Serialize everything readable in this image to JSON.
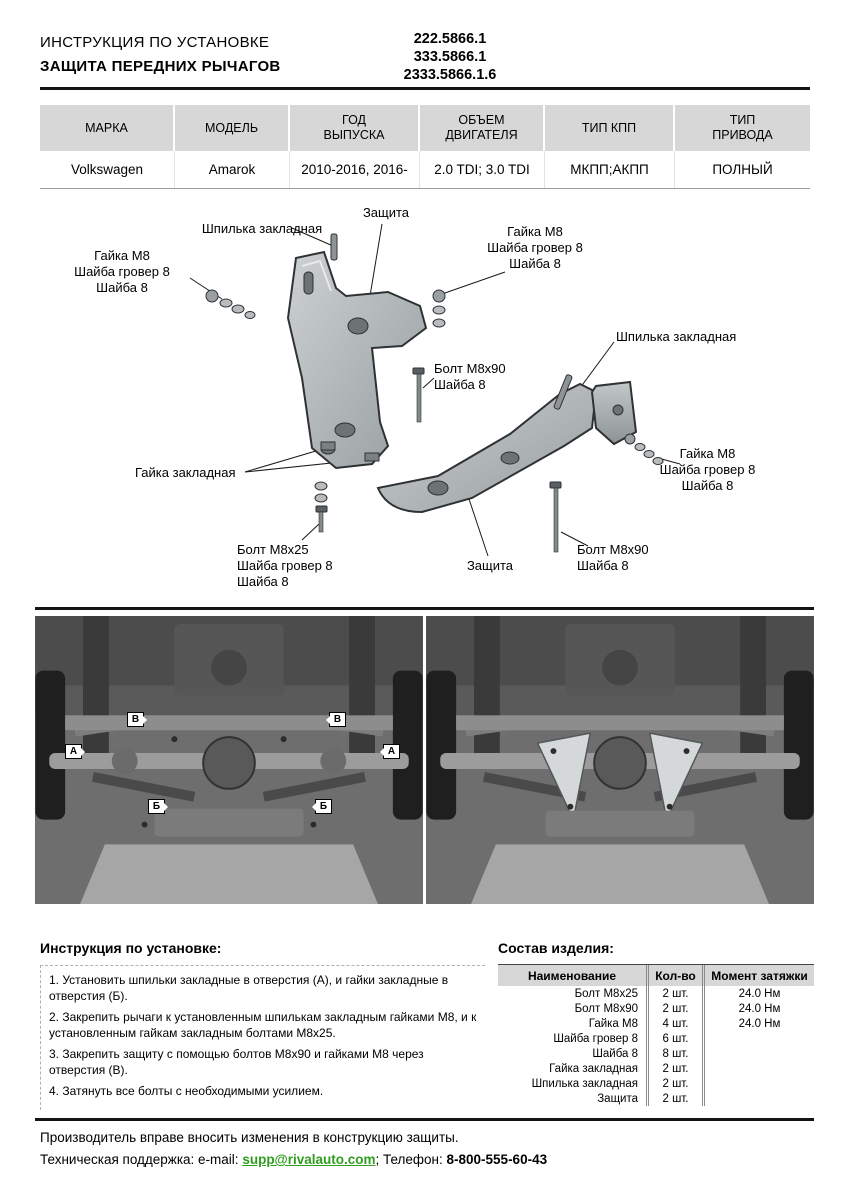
{
  "header": {
    "title1": "ИНСТРУКЦИЯ ПО УСТАНОВКЕ",
    "title2": "ЗАЩИТА ПЕРЕДНИХ РЫЧАГОВ",
    "part_numbers": [
      "222.5866.1",
      "333.5866.1",
      "2333.5866.1.6"
    ]
  },
  "spec_table": {
    "headers": [
      "МАРКА",
      "МОДЕЛЬ",
      "ГОД\nВЫПУСКА",
      "ОБЪЕМ\nДВИГАТЕЛЯ",
      "ТИП КПП",
      "ТИП\nПРИВОДА"
    ],
    "row": [
      "Volkswagen",
      "Amarok",
      "2010-2016, 2016-",
      "2.0 TDI; 3.0 TDI",
      "МКПП;АКПП",
      "ПОЛНЫЙ"
    ]
  },
  "diagram": {
    "labels": [
      "Шпилька закладная",
      "Защита",
      "Гайка М8\nШайба гровер 8\nШайба 8",
      "Гайка М8\nШайба гровер 8\nШайба 8",
      "Болт М8х90\nШайба 8",
      "Шпилька закладная",
      "Гайка закладная",
      "Гайка М8\nШайба гровер 8\nШайба 8",
      "Болт М8х25\nШайба гровер 8\nШайба 8",
      "Защита",
      "Болт М8х90\nШайба 8"
    ]
  },
  "photos": {
    "markers": [
      "В",
      "В",
      "А",
      "А",
      "Б",
      "Б"
    ]
  },
  "instructions": {
    "title": "Инструкция по установке:",
    "steps": [
      "1. Установить шпильки закладные в отверстия (А), и гайки закладные в отверстия (Б).",
      "2. Закрепить рычаги к установленным шпилькам закладным гайками М8, и к установленным гайкам закладным болтами М8х25.",
      "3. Закрепить защиту с помощью болтов М8х90 и гайками М8 через отверстия (В).",
      "4. Затянуть все болты с необходимыми усилием."
    ]
  },
  "parts": {
    "title": "Состав изделия:",
    "headers": [
      "Наименование",
      "Кол-во",
      "Момент затяжки"
    ],
    "rows": [
      [
        "Болт М8х25",
        "2 шт.",
        "24.0 Нм"
      ],
      [
        "Болт М8х90",
        "2 шт.",
        "24.0 Нм"
      ],
      [
        "Гайка М8",
        "4 шт.",
        "24.0 Нм"
      ],
      [
        "Шайба гровер 8",
        "6 шт.",
        ""
      ],
      [
        "Шайба 8",
        "8 шт.",
        ""
      ],
      [
        "Гайка закладная",
        "2 шт.",
        ""
      ],
      [
        "Шпилька закладная",
        "2 шт.",
        ""
      ],
      [
        "Защита",
        "2 шт.",
        ""
      ]
    ]
  },
  "footer": {
    "line1": "Производитель вправе вносить изменения в конструкцию защиты.",
    "support_prefix": "Техническая поддержка:  e-mail: ",
    "email": "supp@rivalauto.com",
    "separator": "; Телефон: ",
    "phone": "8-800-555-60-43"
  }
}
